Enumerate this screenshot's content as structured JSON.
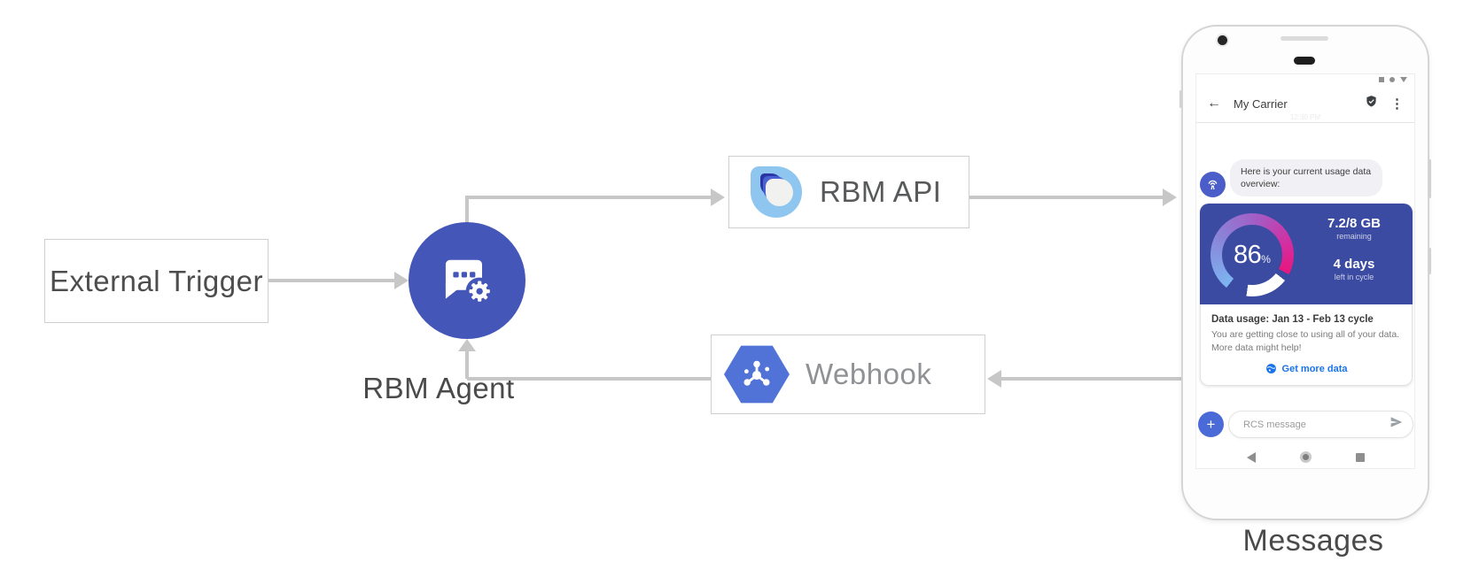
{
  "diagram": {
    "external_trigger_label": "External Trigger",
    "rbm_agent_label": "RBM Agent",
    "rbm_api_label": "RBM API",
    "webhook_label": "Webhook",
    "device_label": "Messages"
  },
  "phone": {
    "header": {
      "back_glyph": "←",
      "title": "My Carrier",
      "menu_glyph": "⋮",
      "timestamp": "12:30 PM"
    },
    "chat": {
      "agent_message": "Here is your current usage data overview:"
    },
    "usage_card": {
      "percent": "86",
      "percent_unit": "%",
      "remaining_value": "7.2/8 GB",
      "remaining_label": "remaining",
      "days_value": "4 days",
      "days_label": "left in cycle",
      "title": "Data usage: Jan 13 - Feb 13 cycle",
      "body": "You are getting close to using all of your data. More data might help!",
      "cta_label": "Get more data"
    },
    "compose": {
      "plus_glyph": "+",
      "placeholder": "RCS message"
    }
  },
  "colors": {
    "agent_circle": "#4456b7",
    "card_header": "#3c4ba2",
    "link_blue": "#1a73e8",
    "hexagon_blue": "#5173d7",
    "connector_gray": "#c7c7c7"
  }
}
